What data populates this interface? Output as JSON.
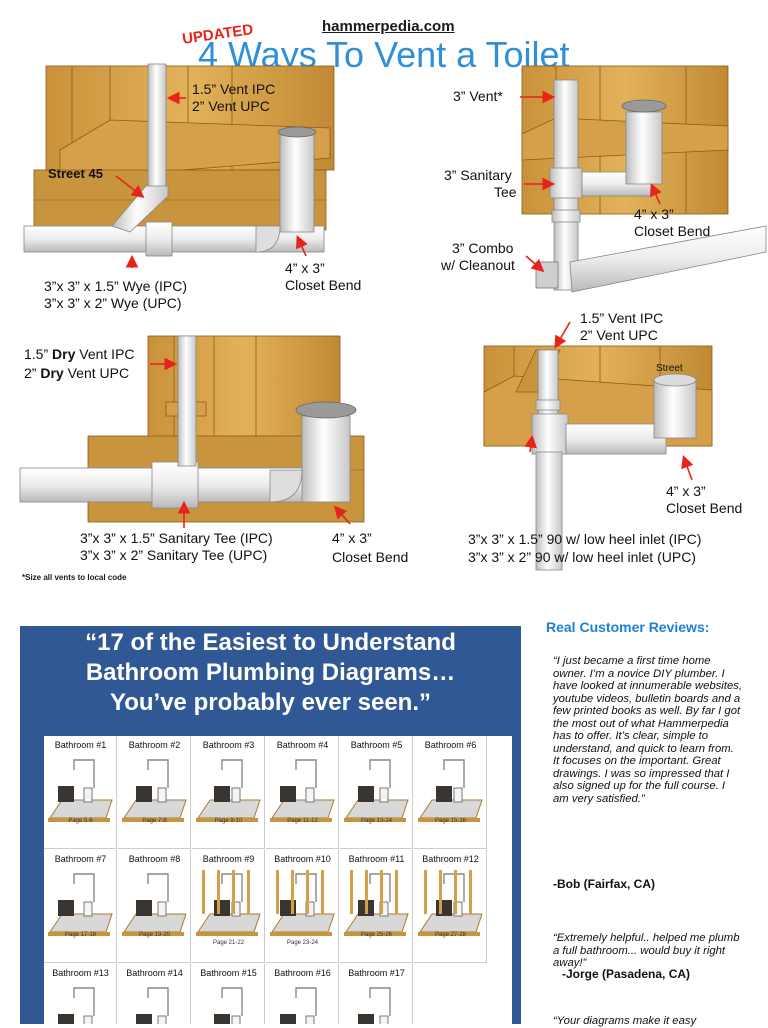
{
  "header": {
    "site": "hammerpedia.com",
    "updated": "UPDATED",
    "title": "4 Ways To Vent a Toilet"
  },
  "diagrams": {
    "d1": {
      "vent_ipc": "1.5” Vent IPC",
      "vent_upc": "2” Vent UPC",
      "street": "Street 45",
      "wye_ipc": "3”x 3” x 1.5” Wye (IPC)",
      "wye_upc": "3”x 3” x 2” Wye (UPC)",
      "bend_size": "4” x 3”",
      "bend_label": "Closet Bend"
    },
    "d2": {
      "vent": "3” Vent*",
      "tee_1": "3” Sanitary",
      "tee_2": "Tee",
      "bend_size": "4” x 3”",
      "bend_label": "Closet Bend",
      "combo_1": "3” Combo",
      "combo_2": "w/ Cleanout"
    },
    "d3": {
      "dry_ipc_pre": "1.5” ",
      "dry_ipc_bold": "Dry",
      "dry_ipc_post": " Vent IPC",
      "dry_upc_pre": "2” ",
      "dry_upc_bold": "Dry",
      "dry_upc_post": " Vent UPC",
      "tee_ipc": "3”x 3” x 1.5” Sanitary Tee (IPC)",
      "tee_upc": "3”x 3” x 2” Sanitary Tee (UPC)",
      "bend_size": "4” x 3”",
      "bend_label": "Closet Bend"
    },
    "d4": {
      "vent_ipc": "1.5” Vent IPC",
      "vent_upc": "2” Vent UPC",
      "street": "Street",
      "bend_size": "4” x 3”",
      "bend_label": "Closet Bend",
      "heel_ipc": "3”x 3” x 1.5” 90 w/ low heel inlet (IPC)",
      "heel_upc": "3”x 3” x 2” 90 w/ low heel inlet (UPC)"
    },
    "footnote": "*Size all vents to local code"
  },
  "book": {
    "headline_1": "“17 of the Easiest to Understand",
    "headline_2": "Bathroom Plumbing Diagrams…",
    "headline_3": "You’ve probably ever seen.”",
    "thumbnails": [
      {
        "name": "Bathroom #1",
        "page": "Page 5-6"
      },
      {
        "name": "Bathroom #2",
        "page": "Page 7-8"
      },
      {
        "name": "Bathroom #3",
        "page": "Page 9-10"
      },
      {
        "name": "Bathroom #4",
        "page": "Page 11-12"
      },
      {
        "name": "Bathroom #5",
        "page": "Page 13-14"
      },
      {
        "name": "Bathroom #6",
        "page": "Page 15-16"
      },
      {
        "name": "Bathroom #7",
        "page": "Page 17-18"
      },
      {
        "name": "Bathroom #8",
        "page": "Page 19-20"
      },
      {
        "name": "Bathroom #9",
        "page": "Page 21-22"
      },
      {
        "name": "Bathroom #10",
        "page": "Page 23-24"
      },
      {
        "name": "Bathroom #11",
        "page": "Page 25-26"
      },
      {
        "name": "Bathroom #12",
        "page": "Page 27-28"
      },
      {
        "name": "Bathroom #13",
        "page": ""
      },
      {
        "name": "Bathroom #14",
        "page": ""
      },
      {
        "name": "Bathroom #15",
        "page": ""
      },
      {
        "name": "Bathroom #16",
        "page": ""
      },
      {
        "name": "Bathroom #17",
        "page": ""
      }
    ]
  },
  "reviews": {
    "heading": "Real Customer Reviews:",
    "items": [
      {
        "quote": "“I just became a first time home owner. I’m a novice DIY plumber. I have looked at innumerable websites, youtube videos, bulletin boards and a few printed books as well. By far I got the most out of what Hammerpedia has to offer. It’s clear, simple to understand, and quick to learn from. It focuses on the important. Great drawings. I was so impressed that I also signed up for the full course. I am very satisfied.”",
        "author": "-Bob (Fairfax, CA)"
      },
      {
        "quote": "“Extremely helpful.. helped me plumb a full bathroom... would buy it right away!”",
        "author": "-Jorge (Pasadena, CA)"
      },
      {
        "quote": "“Your diagrams make it easy",
        "author": ""
      }
    ]
  },
  "colors": {
    "title_blue": "#2f8fd8",
    "updated_red": "#e8231c",
    "book_blue": "#2f5895",
    "wood": "#d9a54a",
    "pipe": "#f2f2f2"
  }
}
